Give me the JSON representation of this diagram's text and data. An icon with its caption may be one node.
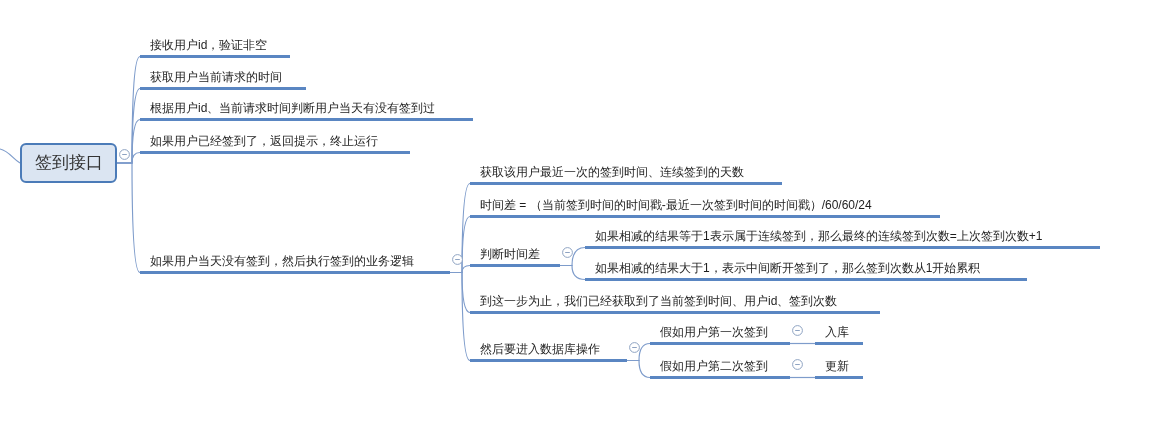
{
  "diagram": {
    "nodes": [
      {
        "text": [
          "签到接口"
        ]
      },
      {
        "text": [
          "接收用户id，验证非空"
        ]
      },
      {
        "text": [
          "获取用户当前请求的时间"
        ]
      },
      {
        "text": [
          "根据用户id、当前请求时间判断用户当天有没有签到过"
        ]
      },
      {
        "text": [
          "如果用户已经签到了，返回提示，终止运行"
        ]
      },
      {
        "text": [
          "如果用户当天没有签到，然后执行签到的业务逻辑"
        ]
      },
      {
        "text": [
          "获取该用户最近一次的签到时间、连续签到的天数"
        ]
      },
      {
        "text": [
          "时间差 = （当前签到时间的时间戳-最近一次签到时间的时间戳）/60/60/24"
        ]
      },
      {
        "text": [
          "判断时间差"
        ]
      },
      {
        "text": [
          "如果相减的结果等于1表示属于连续签到，那么最终的连续签到次数=上次签到次数+1"
        ]
      },
      {
        "text": [
          "如果相减的结果大于1，表示中间断开签到了，那么签到次数从1开始累积"
        ]
      },
      {
        "text": [
          "到这一步为止，我们已经获取到了当前签到时间、用户id、签到次数"
        ]
      },
      {
        "text": [
          "然后要进入数据库操作"
        ]
      },
      {
        "text": [
          "假如用户第一次签到"
        ]
      },
      {
        "text": [
          "入库"
        ]
      },
      {
        "text": [
          "假如用户第二次签到"
        ]
      },
      {
        "text": [
          "更新"
        ]
      }
    ],
    "edges": [
      {
        "from": null,
        "to": 0,
        "arrow": "none"
      },
      {
        "from": 0,
        "to": 1,
        "arrow": "none"
      },
      {
        "from": 0,
        "to": 2,
        "arrow": "none"
      },
      {
        "from": 0,
        "to": 3,
        "arrow": "none"
      },
      {
        "from": 0,
        "to": 4,
        "arrow": "none"
      },
      {
        "from": 0,
        "to": 5,
        "arrow": "none"
      },
      {
        "from": 5,
        "to": 6,
        "arrow": "none"
      },
      {
        "from": 5,
        "to": 7,
        "arrow": "none"
      },
      {
        "from": 5,
        "to": 8,
        "arrow": "none"
      },
      {
        "from": 5,
        "to": 11,
        "arrow": "none"
      },
      {
        "from": 5,
        "to": 12,
        "arrow": "none"
      },
      {
        "from": 8,
        "to": 9,
        "arrow": "none"
      },
      {
        "from": 8,
        "to": 10,
        "arrow": "none"
      },
      {
        "from": 12,
        "to": 13,
        "arrow": "none"
      },
      {
        "from": 12,
        "to": 15,
        "arrow": "none"
      },
      {
        "from": 13,
        "to": 14,
        "arrow": "none"
      },
      {
        "from": 15,
        "to": 16,
        "arrow": "none"
      }
    ]
  }
}
